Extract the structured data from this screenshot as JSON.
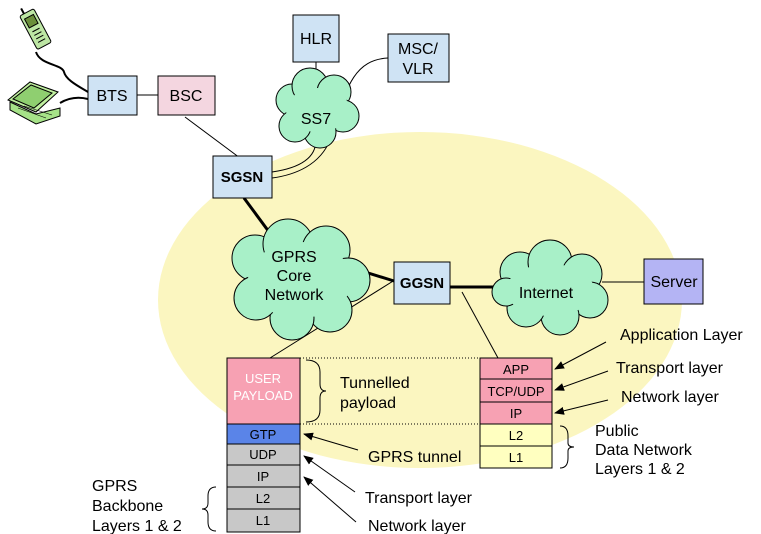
{
  "nodes": {
    "bts": "BTS",
    "bsc": "BSC",
    "hlr": "HLR",
    "msc_line1": "MSC/",
    "msc_line2": "VLR",
    "ss7": "SS7",
    "sgsn": "SGSN",
    "core_line1": "GPRS",
    "core_line2": "Core",
    "core_line3": "Network",
    "ggsn": "GGSN",
    "internet": "Internet",
    "server": "Server"
  },
  "stack_left": {
    "payload_line1": "USER",
    "payload_line2": "PAYLOAD",
    "gtp": "GTP",
    "udp": "UDP",
    "ip": "IP",
    "l2": "L2",
    "l1": "L1"
  },
  "stack_right": {
    "app": "APP",
    "tcpudp": "TCP/UDP",
    "ip": "IP",
    "l2": "L2",
    "l1": "L1"
  },
  "labels": {
    "tunnelled_line1": "Tunnelled",
    "tunnelled_line2": "payload",
    "gprs_tunnel": "GPRS tunnel",
    "transport_layer_left": "Transport layer",
    "network_layer_left": "Network layer",
    "backbone_line1": "GPRS",
    "backbone_line2": "Backbone",
    "backbone_line3": "Layers 1 & 2",
    "application_layer": "Application Layer",
    "transport_layer_right": "Transport layer",
    "network_layer_right": "Network layer",
    "pdn_line1": "Public",
    "pdn_line2": "Data Network",
    "pdn_line3": "Layers 1 & 2"
  },
  "colors": {
    "ellipse": "#fbf6c0",
    "node_box": "#cfe3f4",
    "bsc_box": "#f4d6e0",
    "cloud": "#a8f0c8",
    "payload": "#f7a1b3",
    "gtp": "#5a84e8",
    "grey_layer": "#c8c8c8",
    "yellow_layer": "#ffffc0",
    "server": "#b4b4f4"
  }
}
